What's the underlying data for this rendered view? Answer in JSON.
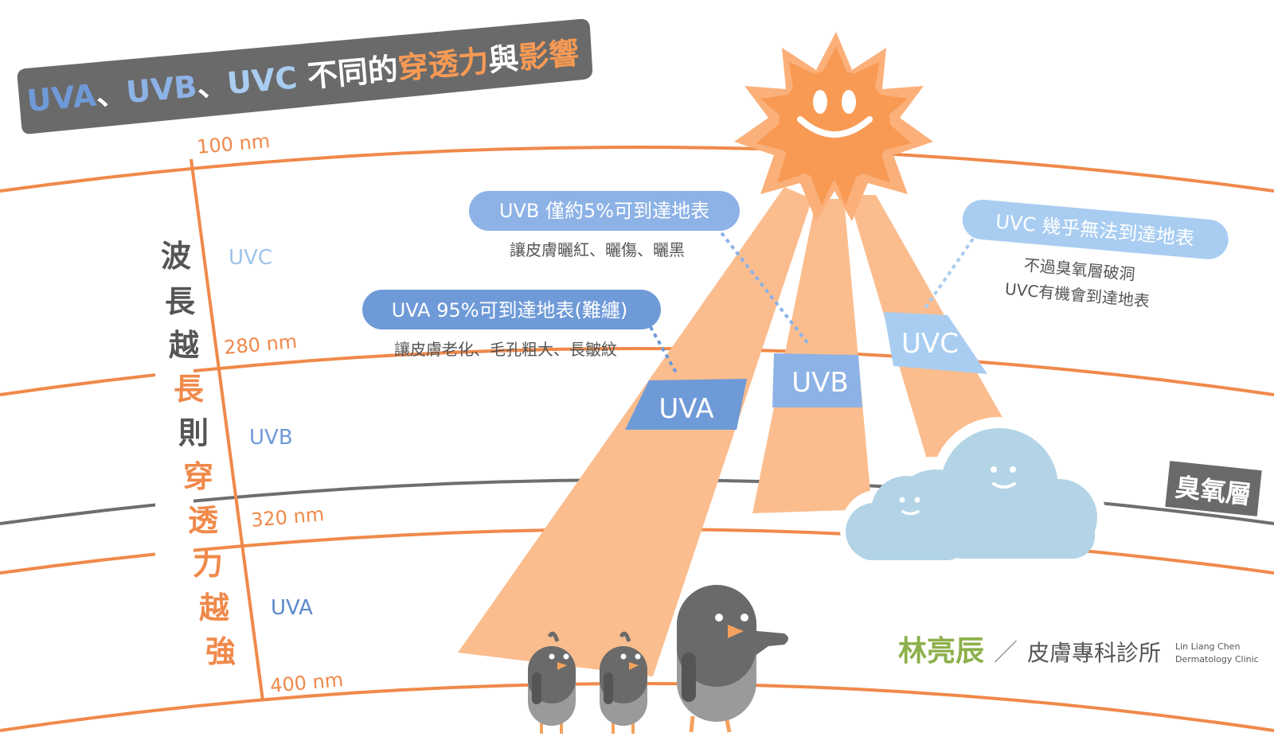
{
  "title": {
    "part1": "UVA",
    "sep1": "、",
    "part2": "UVB",
    "sep2": "、",
    "part3": "UVC",
    "part4": " 不同的",
    "part5": "穿透力",
    "part6": "與",
    "part7": "影響"
  },
  "wavelength_marks": [
    "100 nm",
    "280 nm",
    "320 nm",
    "400 nm"
  ],
  "band_labels": [
    "UVC",
    "UVB",
    "UVA"
  ],
  "vertical_caption": {
    "line_a": [
      "波",
      "長",
      "越"
    ],
    "line_b": [
      "長",
      "則"
    ],
    "line_c": [
      "穿",
      "透",
      "力",
      "越",
      "強"
    ]
  },
  "beams": [
    {
      "label": "UVA"
    },
    {
      "label": "UVB"
    },
    {
      "label": "UVC"
    }
  ],
  "callouts": {
    "uvb": {
      "title": "UVB 僅約5%可到達地表",
      "desc": "讓皮膚曬紅、曬傷、曬黑"
    },
    "uva": {
      "title": "UVA  95%可到達地表(難纏)",
      "desc": "讓皮膚老化、毛孔粗大、長皺紋"
    },
    "uvc": {
      "title": "UVC 幾乎無法到達地表",
      "desc1": "不過臭氧層破洞",
      "desc2": "UVC有機會到達地表"
    }
  },
  "ozone_label": "臭氧層",
  "clinic": {
    "name": "林亮辰",
    "slash": "／",
    "type": "皮膚專科診所",
    "en1": "Lin Liang Chen",
    "en2": "Dermatology Clinic"
  },
  "colors": {
    "orange": "#f0894a",
    "beam": "#fbbd8e",
    "uva_band": "#6f9ad8",
    "uvb_band": "#8db2e6",
    "uvc_band": "#a9cdf1",
    "ozone_line": "#6e6e6e",
    "title_bg": "#6a6a6a",
    "cloud": "#b3d4e6",
    "bird": "#6a6a6a",
    "sun": "#f89a54"
  },
  "icons": [
    "sun-icon",
    "cloud-icon",
    "bird-icon"
  ]
}
